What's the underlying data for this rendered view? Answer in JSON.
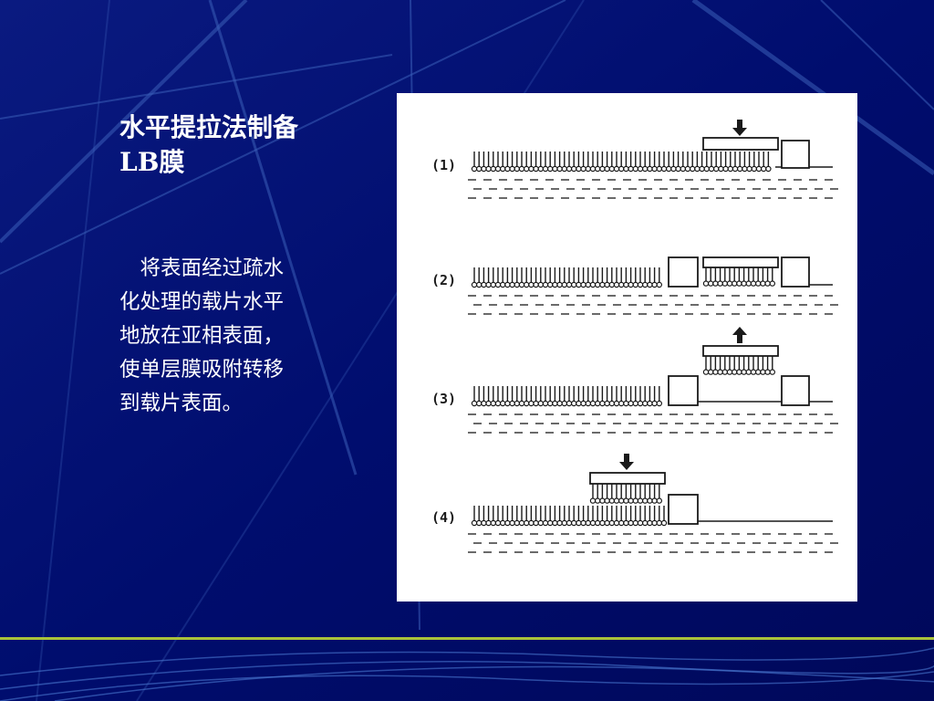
{
  "title": {
    "line1": "水平提拉法制备",
    "line2": "LB膜"
  },
  "description": {
    "lines": [
      "　将表面经过疏水",
      "化处理的载片水平",
      "地放在亚相表面，",
      "使单层膜吸附转移",
      "到载片表面。"
    ]
  },
  "figure": {
    "step_labels": [
      "(1)",
      "(2)",
      "(3)",
      "(4)"
    ]
  },
  "colors": {
    "background": "#000d6e",
    "accent_line": "#a9c23a",
    "text": "#ffffff",
    "figure_ink": "#1a1a1a"
  }
}
